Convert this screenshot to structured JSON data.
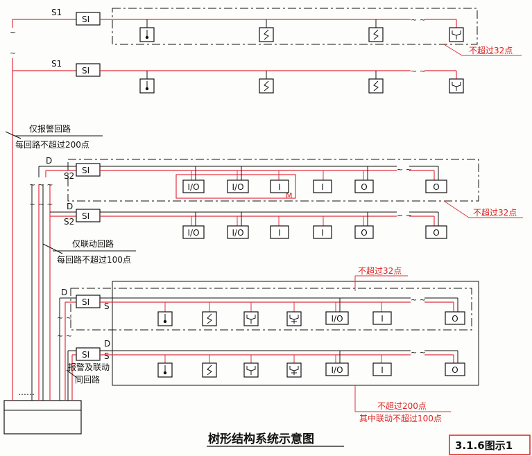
{
  "title": "树形结构系统示意图",
  "figure_no": "3.1.6图示1",
  "colors": {
    "line": "#111111",
    "bus": "#e03040",
    "red_text": "#d22222"
  },
  "labels": {
    "s1": "S1",
    "s2": "S2",
    "d": "D",
    "s": "S",
    "si": "SI",
    "m": "M",
    "io": "I/O",
    "i": "I",
    "o": "O",
    "dots": "……",
    "max32": "不超过32点",
    "alarm_only": "仅报警回路",
    "alarm_limit": "每回路不超过200点",
    "link_only": "仅联动回路",
    "link_limit": "每回路不超过100点",
    "mixed_1": "报警及联动",
    "mixed_2": "同回路",
    "mixed_limit_1": "不超过200点",
    "mixed_limit_2": "其中联动不超过100点"
  }
}
